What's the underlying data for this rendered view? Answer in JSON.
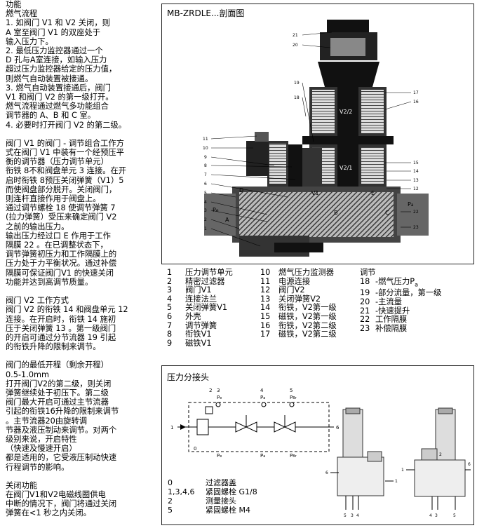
{
  "left_text": [
    "功能",
    "燃气流程",
    "1. 如阀门 V1 和 V2 关闭，则",
    "A 室至阀门 V1 的双座处于",
    "输入压力下。",
    "2. 最低压力监控器通过一个",
    "D 孔与A室连接，如输入压力",
    "超过压力监控器给定的压力值，",
    "则燃气自动装置被接通。",
    "3. 燃气自动装置接通后，阀门",
    "V1 和阀门 V2 的第一级打开。",
    "燃气流程通过燃气多功能组合",
    "调节器的 A、B 和 C 室。",
    "4. 必要时打开阀门 V2 的第二级。",
    "",
    "阀门 V1 的阀门 - 调节组合工作方",
    "式在阀门 V1 中装有一个经预压平",
    "衡的调节器（压力调节单元）",
    "衔铁 8不和阀盘单元 3 连接。在开",
    "启时衔铁 8预压关闭弹簧（V1）5",
    "而使阀盘部分脱开。关闭阀门，",
    "则连杆直接作用于阀盘上。",
    "通过调节螺栓 18 使调节弹簧 7",
    "(拉力弹簧）受压来确定阀门 V2",
    "之前的输出压力。",
    "输出压力经过口 E 作用于工作",
    "隔膜 22 。在已调整状态下，",
    "调节弹簧初压力和工作隔膜上的",
    "压力处于力平衡状况。通过补偿",
    "隔膜可保证阀门V1 的快速关闭",
    "功能并达到高调节质量。",
    "",
    "阀门 V2 工作方式",
    "阀门 V2 的衔铁 14 和阀盘单元 12",
    "连接。在开启时，衔铁 14 施初",
    "压于关闭弹簧 13 。第一级阀门",
    "的开启可通过分节流器 19 引起",
    "的衔铁升降的限制来调节。",
    "",
    "阀门的最低开程（剩余开程）",
    " 0.5-1.0mm",
    "打开阀门V2的第二级，则关闭",
    "弹簧继续处于初压下。第二级",
    "阀门最大开启可通过主节流器",
    "引起的衔铁16升降的限制来调节",
    "。主节流器20由旋转调",
    "节器及液压制动来调节。对两个",
    "级别来说，开启特性",
    "（快速及慢速开启）",
    "都是适用的，它受液压制动快速",
    "行程调节的影响。",
    "",
    "关闭功能",
    "在阀门V1和V2电磁线圈供电",
    "中断的情况下，阀门将通过关闭",
    "弹簧在<1 秒之内关闭。"
  ],
  "section_panel": {
    "title": "MB-ZRDLE...剖面图",
    "callouts_right": [
      "21",
      "20",
      "19",
      "18",
      "17",
      "16",
      "15",
      "14",
      "13",
      "12",
      "22",
      "23"
    ],
    "callouts_left": [
      "11",
      "10",
      "9",
      "8",
      "7",
      "6",
      "5",
      "4",
      "3",
      "2",
      "1"
    ],
    "inner_labels": {
      "v22": "V2/2",
      "v21": "V2/1",
      "v1": "V1",
      "pa": "P",
      "pa_sub": "a",
      "pe": "P",
      "pe_sub": "e",
      "a": "A",
      "b": "B",
      "c": "C",
      "d": "D",
      "e": "E"
    }
  },
  "legend": {
    "col1": [
      {
        "n": "1",
        "t": "压力调节单元"
      },
      {
        "n": "2",
        "t": "精密过滤器"
      },
      {
        "n": "3",
        "t": "阀门V1"
      },
      {
        "n": "4",
        "t": "连接法兰"
      },
      {
        "n": "5",
        "t": "关闭弹簧V1"
      },
      {
        "n": "6",
        "t": "外壳"
      },
      {
        "n": "7",
        "t": "调节弹簧"
      },
      {
        "n": "8",
        "t": "衔铁V1"
      },
      {
        "n": "9",
        "t": "磁铁V1"
      }
    ],
    "col2": [
      {
        "n": "10",
        "t": "燃气压力监测器"
      },
      {
        "n": "11",
        "t": "电源连接"
      },
      {
        "n": "12",
        "t": "阀门V2"
      },
      {
        "n": "13",
        "t": "关闭弹簧V2"
      },
      {
        "n": "14",
        "t": "衔铁，V2第一级"
      },
      {
        "n": "15",
        "t": "磁铁，V2第一级"
      },
      {
        "n": "16",
        "t": "衔铁，V2第二级"
      },
      {
        "n": "17",
        "t": "磁铁，V2第二级"
      }
    ],
    "col3_title": "调节",
    "col3": [
      {
        "n": "18",
        "t": "-燃气压力P",
        "sub": "a"
      },
      {
        "n": "19",
        "t": "-部分流量，第一级"
      },
      {
        "n": "20",
        "t": "-主流量"
      },
      {
        "n": "21",
        "t": "-快速提升"
      },
      {
        "n": "22",
        "t": "工作隔膜"
      },
      {
        "n": "23",
        "t": "补偿隔膜"
      }
    ]
  },
  "port_panel": {
    "title": "压力分接头",
    "top_labels": [
      "2",
      "3",
      "4",
      "5"
    ],
    "top_p": [
      "P",
      "P",
      "P"
    ],
    "top_p_sub": [
      "e",
      "a",
      "Br"
    ],
    "bottom_labels": [
      "P",
      "P",
      "P"
    ],
    "bottom_p_sub": [
      "e",
      "a",
      "Br"
    ],
    "side_labels": [
      "1",
      "0",
      "6"
    ],
    "photo1_labels": [
      "6",
      "5",
      "3",
      "4",
      "1"
    ],
    "photo2_labels": [
      "4",
      "3",
      "5",
      "1",
      "6",
      "2"
    ],
    "legend": [
      {
        "n": "0",
        "t": "过滤器盖"
      },
      {
        "n": "1,3,4,6",
        "t": "紧固螺栓 G1/8"
      },
      {
        "n": "2",
        "t": "测量接头"
      },
      {
        "n": "5",
        "t": "紧固螺栓 M4"
      }
    ]
  }
}
